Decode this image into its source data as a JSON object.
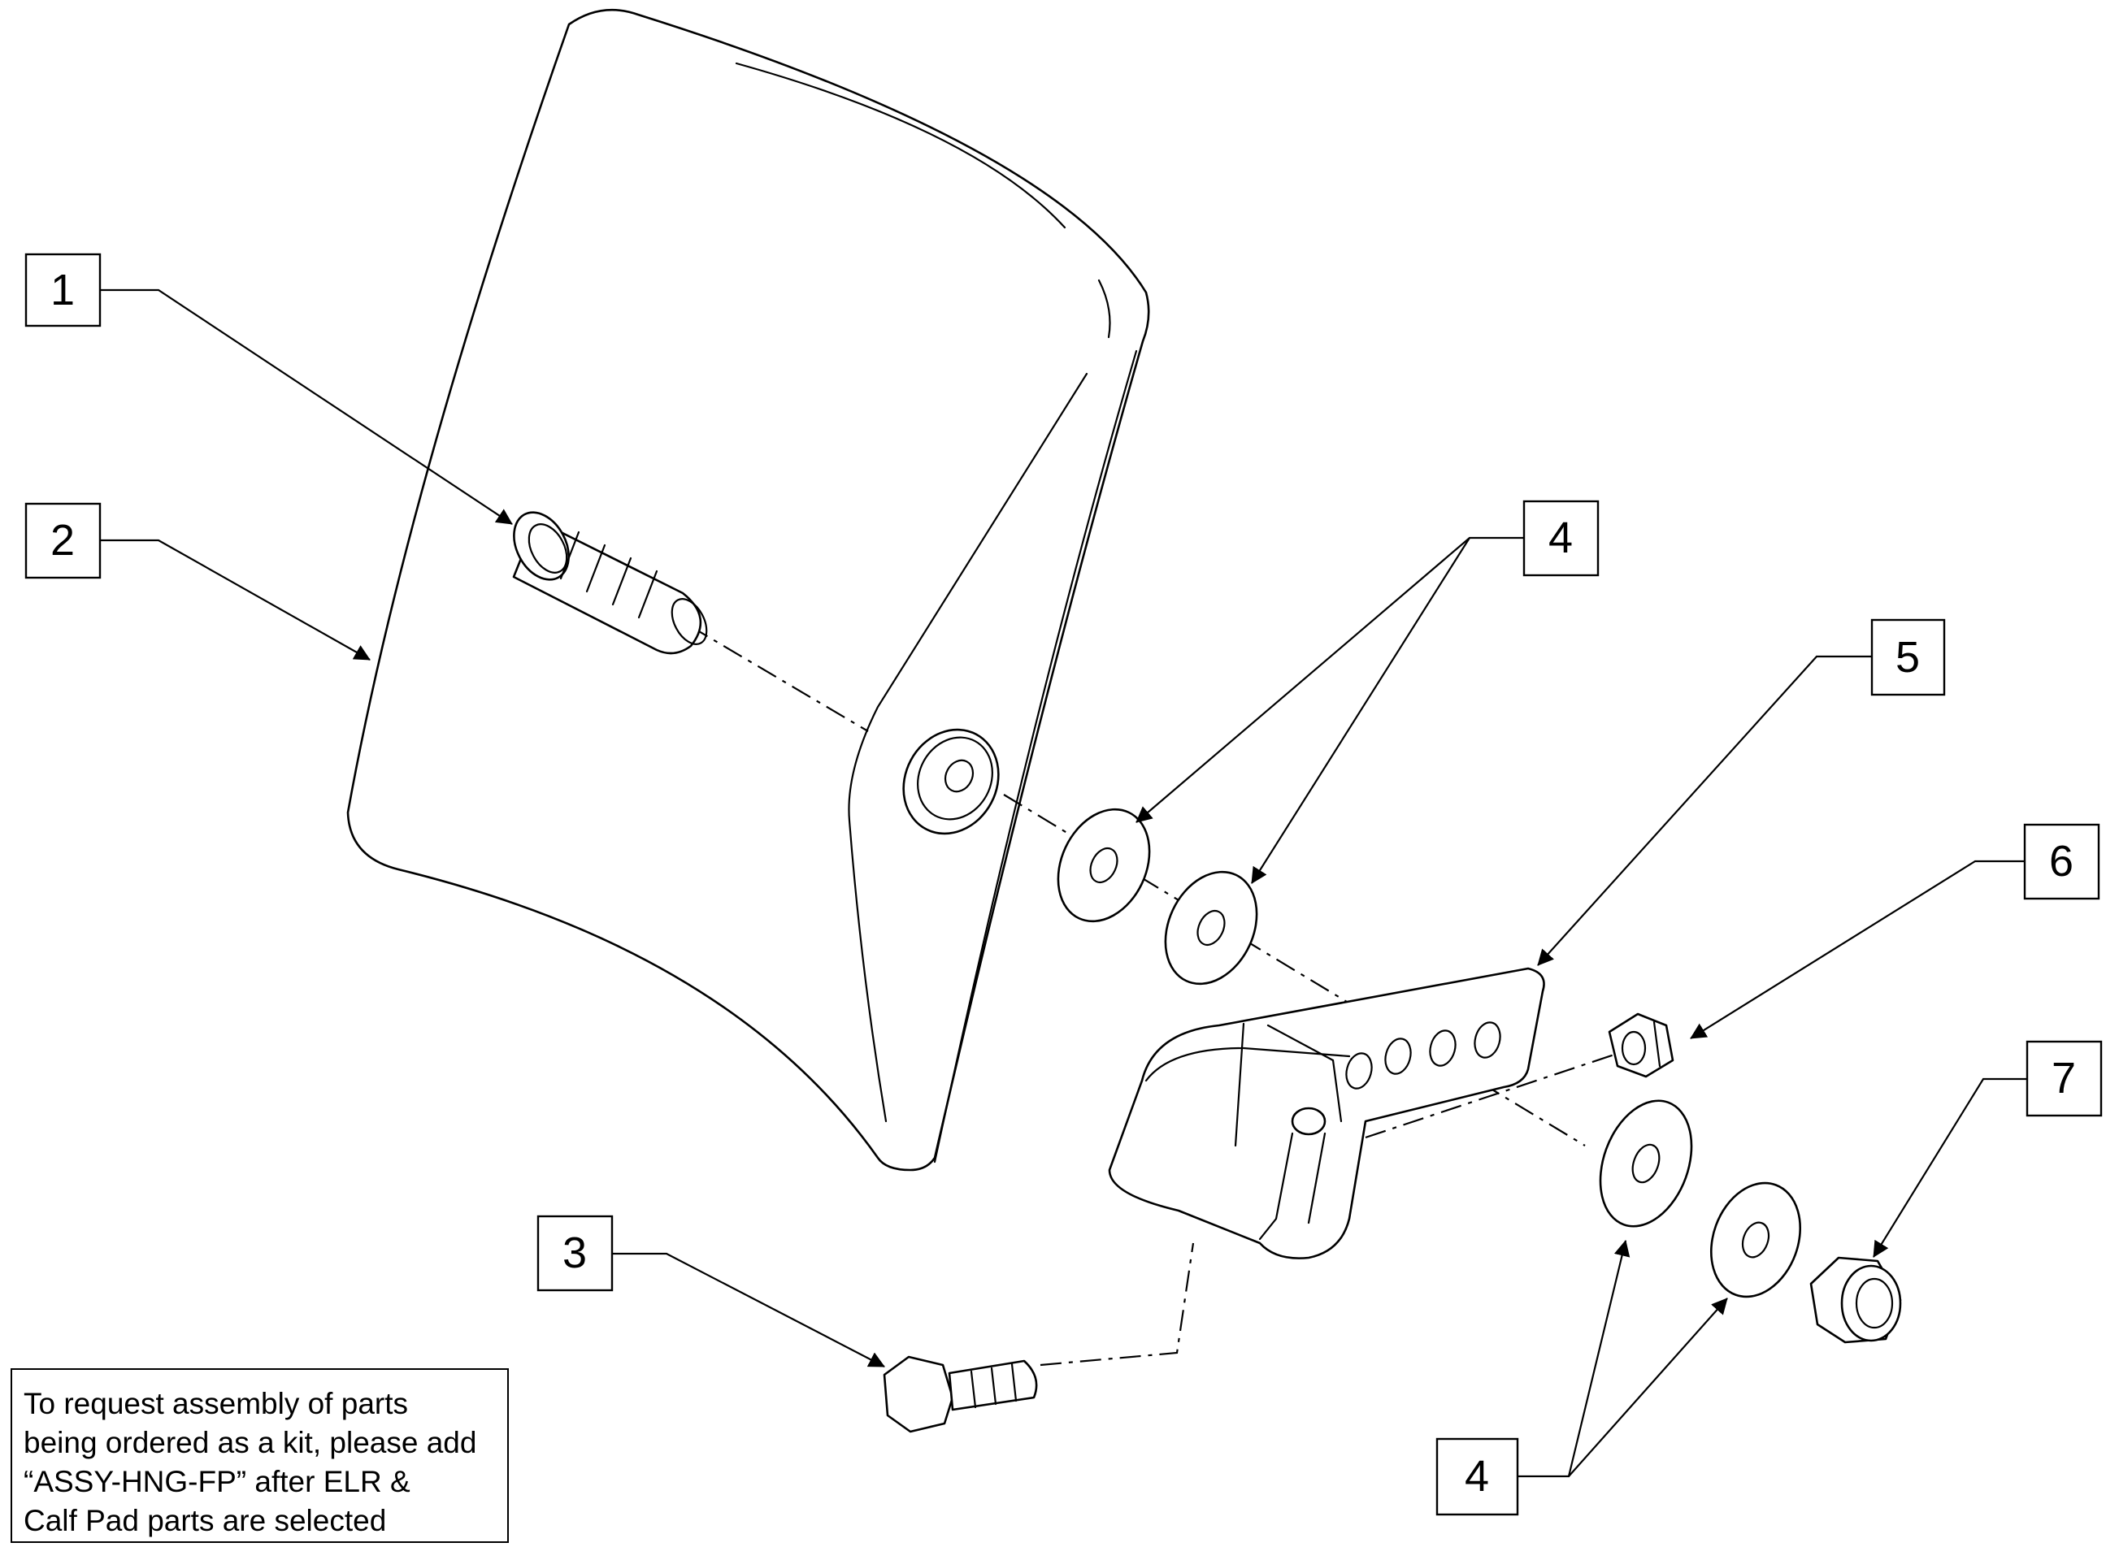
{
  "callouts": [
    {
      "id": "callout-1",
      "label": "1"
    },
    {
      "id": "callout-2",
      "label": "2"
    },
    {
      "id": "callout-3",
      "label": "3"
    },
    {
      "id": "callout-4a",
      "label": "4"
    },
    {
      "id": "callout-5",
      "label": "5"
    },
    {
      "id": "callout-6",
      "label": "6"
    },
    {
      "id": "callout-7",
      "label": "7"
    },
    {
      "id": "callout-4b",
      "label": "4"
    }
  ],
  "note": {
    "lines": [
      "To request assembly of parts",
      "being ordered as a kit, please add",
      "“ASSY-HNG-FP” after ELR &",
      "Calf Pad parts are selected"
    ]
  }
}
